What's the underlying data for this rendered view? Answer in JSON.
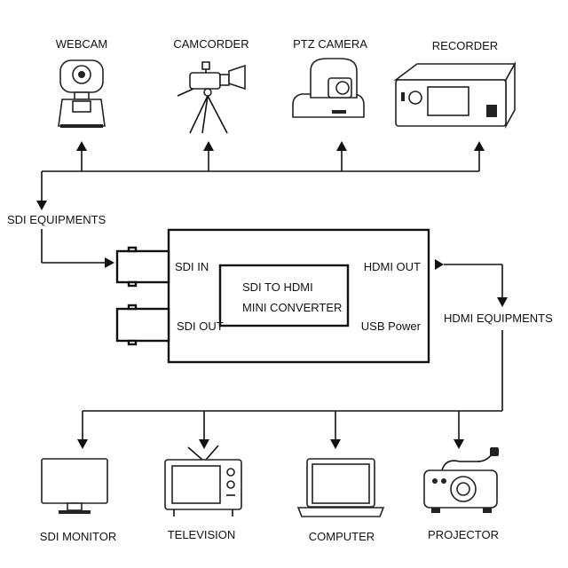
{
  "sources": [
    {
      "label": "WEBCAM",
      "icon": "webcam-icon"
    },
    {
      "label": "CAMCORDER",
      "icon": "camcorder-icon"
    },
    {
      "label": "PTZ CAMERA",
      "icon": "ptz-camera-icon"
    },
    {
      "label": "RECORDER",
      "icon": "recorder-icon"
    }
  ],
  "sdi_group_label": "SDI EQUIPMENTS",
  "converter": {
    "title_line1": "SDI TO HDMI",
    "title_line2": "MINI CONVERTER",
    "port_sdi_in": "SDI IN",
    "port_sdi_out": "SDI OUT",
    "port_hdmi_out": "HDMI OUT",
    "port_usb_power": "USB Power"
  },
  "hdmi_group_label": "HDMI EQUIPMENTS",
  "outputs": [
    {
      "label": "SDI MONITOR",
      "icon": "monitor-icon"
    },
    {
      "label": "TELEVISION",
      "icon": "television-icon"
    },
    {
      "label": "COMPUTER",
      "icon": "laptop-icon"
    },
    {
      "label": "PROJECTOR",
      "icon": "projector-icon"
    }
  ],
  "colors": {
    "line": "#111111",
    "background": "#ffffff"
  }
}
